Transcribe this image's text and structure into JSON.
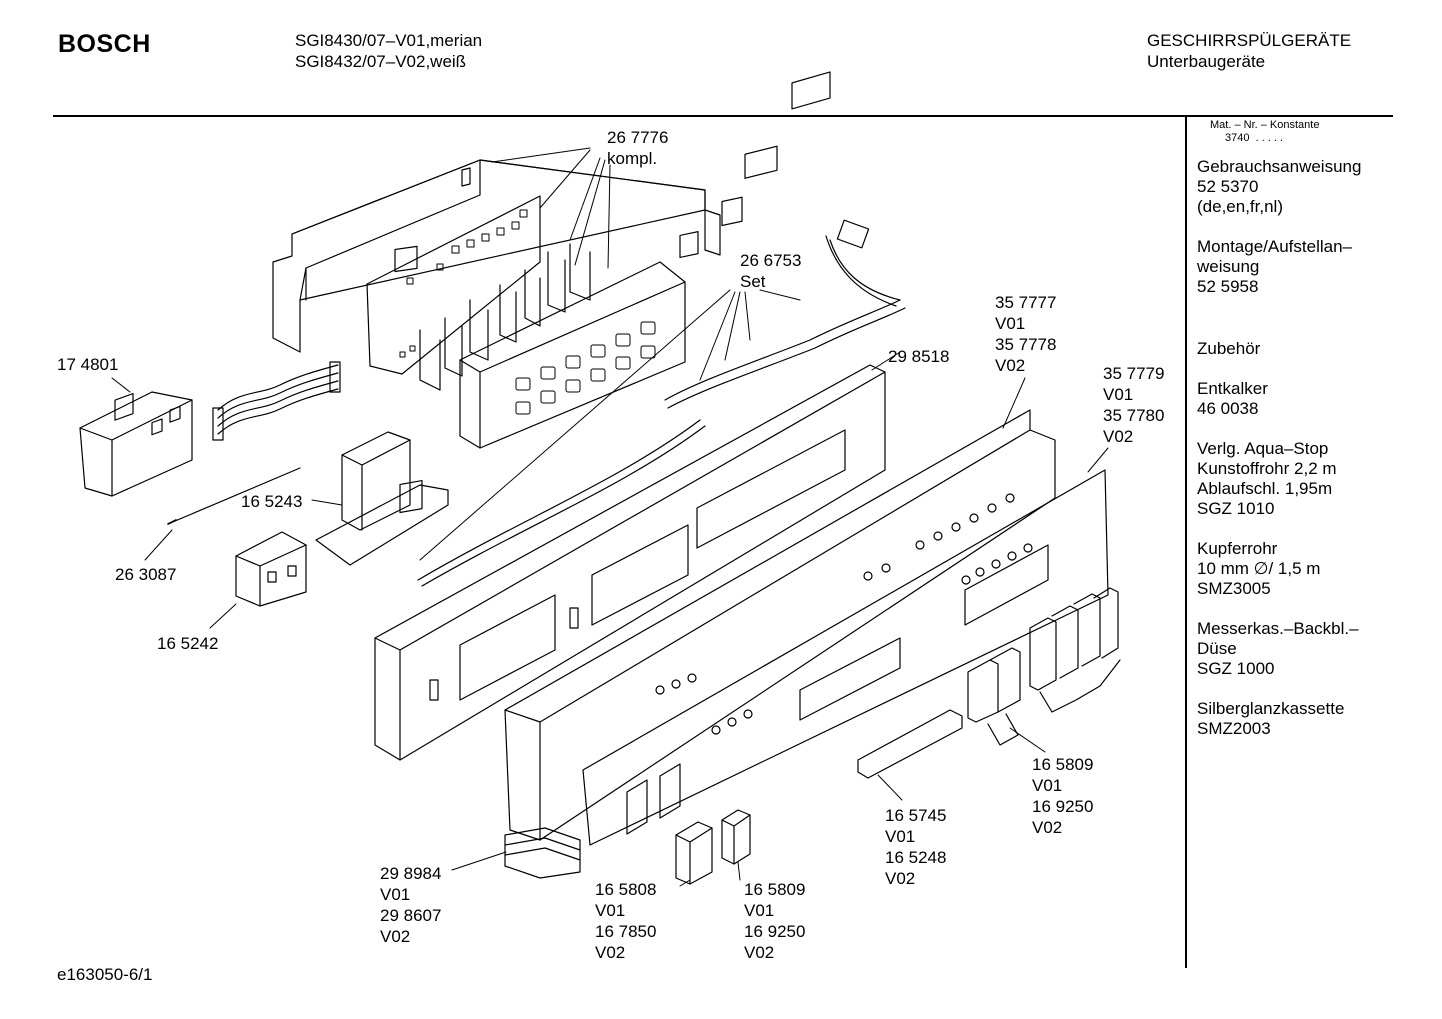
{
  "header": {
    "brand": "BOSCH",
    "models": [
      "SGI8430/07–V01,merian",
      "SGI8432/07–V02,weiß"
    ],
    "category": "GESCHIRRSPÜLGERÄTE",
    "subcategory": "Unterbaugeräte"
  },
  "footer": {
    "doc_code": "e163050-6/1"
  },
  "sidebar": {
    "konstante_label": "Mat. – Nr. – Konstante",
    "konstante_value": "3740",
    "konstante_dots": ". . . . .",
    "blocks": [
      [
        "Gebrauchsanweisung",
        "52 5370",
        "(de,en,fr,nl)"
      ],
      [
        "Montage/Aufstellan–",
        "weisung",
        "52 5958"
      ],
      [
        "Zubehör"
      ],
      [
        "Entkalker",
        "46 0038"
      ],
      [
        "Verlg. Aqua–Stop",
        "Kunstoffrohr 2,2 m",
        "Ablaufschl. 1,95m",
        "SGZ 1010"
      ],
      [
        "Kupferrohr",
        "10 mm ∅/ 1,5 m",
        "SMZ3005"
      ],
      [
        "Messerkas.–Backbl.–",
        "Düse",
        "SGZ 1000"
      ],
      [
        "Silberglanzkassette",
        "SMZ2003"
      ]
    ]
  },
  "part_labels": {
    "p267776": [
      "26 7776",
      "kompl."
    ],
    "p266753": [
      "26 6753",
      "Set"
    ],
    "p174801": [
      "17 4801"
    ],
    "p298518": [
      "29 8518"
    ],
    "p357777": [
      "35 7777",
      "V01",
      "35 7778",
      "V02"
    ],
    "p357779": [
      "35 7779",
      "V01",
      "35 7780",
      "V02"
    ],
    "p165243": [
      "16 5243"
    ],
    "p263087": [
      "26 3087"
    ],
    "p165242": [
      "16 5242"
    ],
    "p165809r": [
      "16 5809",
      "V01",
      "16 9250",
      "V02"
    ],
    "p165745": [
      "16 5745",
      "V01",
      "16 5248",
      "V02"
    ],
    "p298984": [
      "29 8984",
      "V01",
      "29 8607",
      "V02"
    ],
    "p165808": [
      "16 5808",
      "V01",
      "16 7850",
      "V02"
    ],
    "p165809b": [
      "16 5809",
      "V01",
      "16 9250",
      "V02"
    ]
  }
}
